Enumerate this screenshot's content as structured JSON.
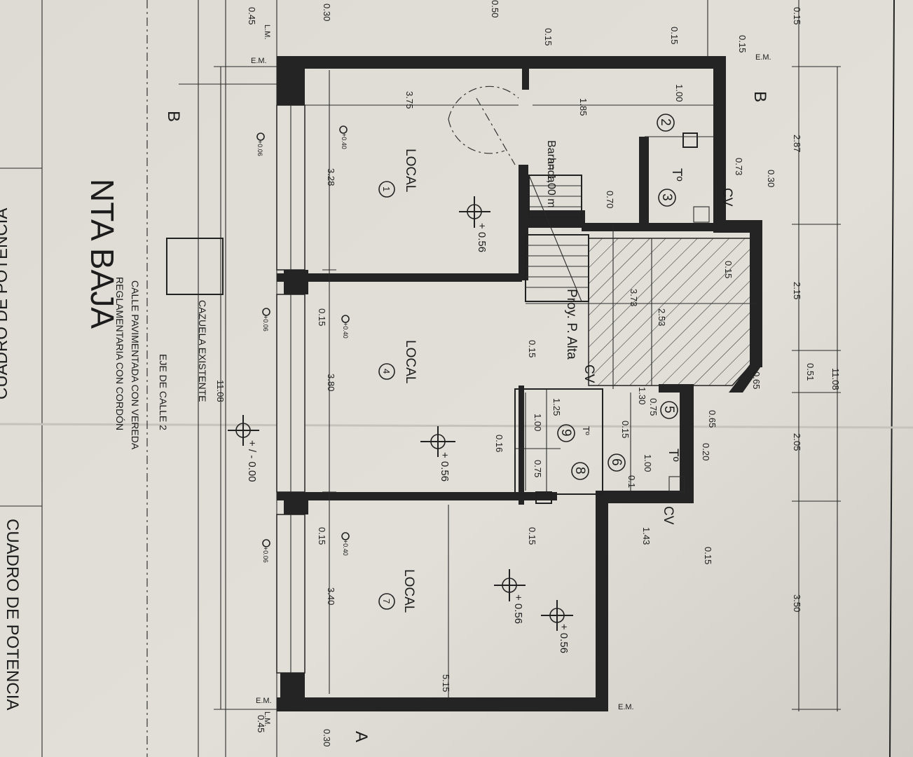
{
  "sheet": {
    "title": "NTA BAJA",
    "section_marks": [
      "B",
      "B",
      "A"
    ],
    "bottom_table_label": "CUADRO DE POTENCIA",
    "bottom_table_label_cut": "CUADRO DE POTENCIA",
    "street_notes": {
      "axis": "EJE DE CALLE 2",
      "line1": "CALLE PAVIMENTADA CON VEREDA",
      "line2": "REGLAMENTARIA CON CORDÓN",
      "planter": "CAZUELA EXISTENTE"
    },
    "rooms": [
      {
        "name": "LOCAL",
        "number": "1"
      },
      {
        "name": "LOCAL",
        "number": "4"
      },
      {
        "name": "LOCAL",
        "number": "7"
      }
    ],
    "small_rooms": [
      "2",
      "3",
      "5",
      "6",
      "8",
      "9"
    ],
    "room_codes": {
      "toilet": "Tº",
      "cv": "CV"
    },
    "annotations": {
      "railing": "Baranda",
      "railing_height": "h= 1,00 m",
      "projection": "Proy. P. Alta",
      "em": "E.M.",
      "lm": "L.M."
    },
    "levels": [
      "+ 0.56",
      "+ 0.56",
      "+ 0.56",
      "+ 0.56",
      "+ / - 0.00",
      "+0.06",
      "+0.40"
    ],
    "dimensions": {
      "right_total": "11.08",
      "right_segments": [
        "0.15",
        "2.87",
        "2.15",
        "2.05",
        "3.50",
        "0.51"
      ],
      "left_total": "11.08",
      "room_widths": [
        "3.75",
        "3.28",
        "3.80",
        "3.40",
        "5.15"
      ],
      "misc": [
        "1.85",
        "1.00",
        "0.15",
        "0.73",
        "0.30",
        "0.70",
        "3.73",
        "2.53",
        "0.65",
        "0.20",
        "1.43",
        "1.25",
        "1.30",
        "0.75",
        "0.45",
        "0.50",
        "0.16",
        "0.1",
        "1.00"
      ]
    }
  }
}
